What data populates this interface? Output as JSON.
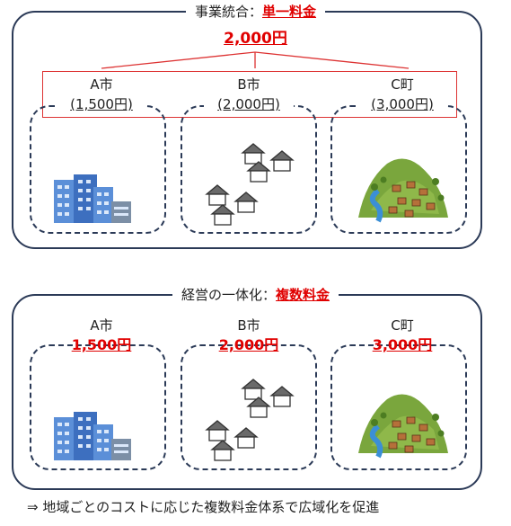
{
  "top": {
    "title_prefix": "事業統合：",
    "title_emph": "単一料金",
    "price": "2,000円",
    "cities": [
      {
        "name": "A市",
        "price": "(1,500円)"
      },
      {
        "name": "B市",
        "price": "(2,000円)"
      },
      {
        "name": "C町",
        "price": "(3,000円)"
      }
    ]
  },
  "bottom": {
    "title_prefix": "経営の一体化：",
    "title_emph": "複数料金",
    "cities": [
      {
        "name": "A市",
        "price": "1,500円"
      },
      {
        "name": "B市",
        "price": "2,000円"
      },
      {
        "name": "C町",
        "price": "3,000円"
      }
    ]
  },
  "conclusion": "⇒  地域ごとのコストに応じた複数料金体系で広域化を促進",
  "colors": {
    "border": "#2b3a57",
    "accent": "#e00000"
  }
}
